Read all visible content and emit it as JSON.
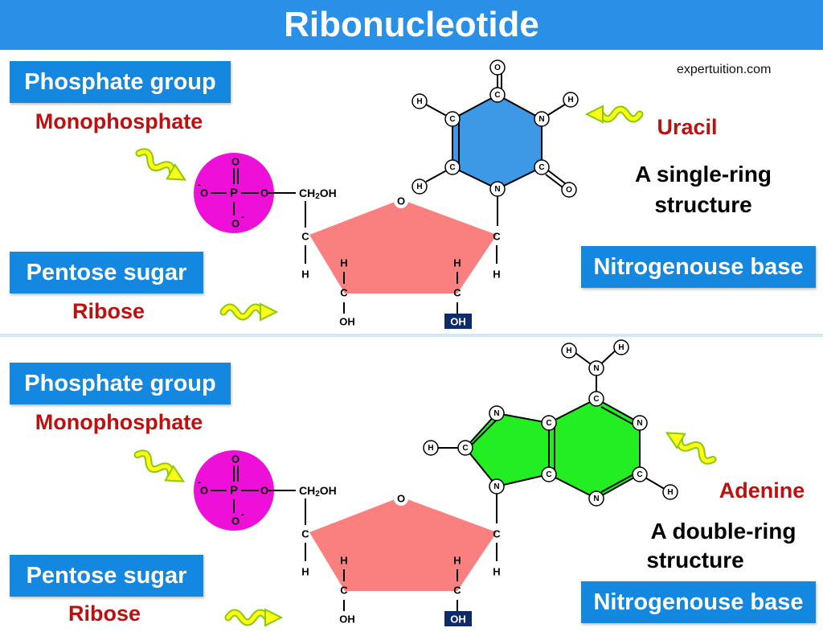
{
  "title": "Ribonucleotide",
  "watermark": "expertuition.com",
  "panels": [
    {
      "phosphate_label": "Phosphate group",
      "phosphate_sub": "Monophosphate",
      "sugar_label": "Pentose sugar",
      "sugar_sub": "Ribose",
      "base_box": "Nitrogenouse base",
      "base_name": "Uracil",
      "base_desc_line1": "A single-ring",
      "base_desc_line2": "structure",
      "ring_color": "#3d98e6"
    },
    {
      "phosphate_label": "Phosphate group",
      "phosphate_sub": "Monophosphate",
      "sugar_label": "Pentose sugar",
      "sugar_sub": "Ribose",
      "base_box": "Nitrogenouse base",
      "base_name": "Adenine",
      "base_desc_line1": "A double-ring",
      "base_desc_line2": "structure",
      "ring_color": "#22ee22"
    }
  ],
  "molecule": {
    "phosphate": {
      "o": "O",
      "o_minus": "O",
      "minus": "-",
      "p": "P"
    },
    "ch2oh": {
      "ch": "CH",
      "sub": "2",
      "oh": "OH"
    },
    "sugar": {
      "o": "O",
      "c": "C",
      "h": "H",
      "oh": "OH",
      "oh_boxed": "OH"
    },
    "atoms": {
      "c": "C",
      "n": "N",
      "h": "H",
      "o": "O"
    }
  },
  "colors": {
    "title_bar": "#2a8fe6",
    "label_box": "#1488e0",
    "red_text": "#bf1010",
    "phosphate_circle": "#ee10d8",
    "sugar_pentagon": "#fa8080",
    "uracil_ring": "#3d98e6",
    "adenine_ring": "#22ee22",
    "arrow": "#ffff1a",
    "arrow_outline": "#88cc00",
    "oh_box": "#0d2a6a"
  }
}
